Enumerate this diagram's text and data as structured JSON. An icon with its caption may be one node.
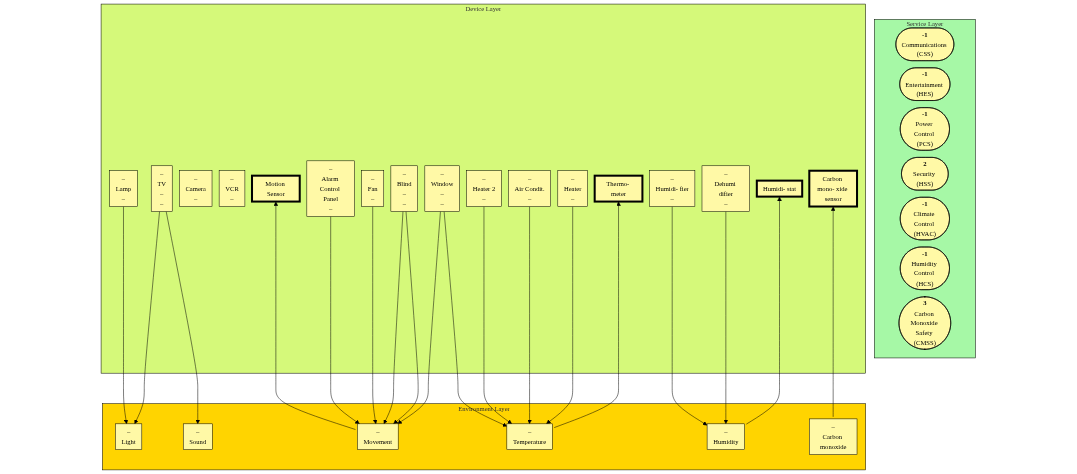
{
  "diagram": {
    "nodes": [
      {
        "text": [
          "Service Layer"
        ]
      },
      {
        "text": [
          "-1",
          "Communications (CSS)"
        ],
        "in": 0
      },
      {
        "text": [
          "-1",
          "Entertainment (HES)"
        ],
        "in": 0
      },
      {
        "text": [
          "-1",
          "Power Control (PCS)"
        ],
        "in": 0
      },
      {
        "text": [
          "2",
          "Security (HSS)"
        ],
        "in": 0
      },
      {
        "text": [
          "-1",
          "Climate Control (HVAC)"
        ],
        "in": 0
      },
      {
        "text": [
          "-1",
          "Humidity Control (HCS)"
        ],
        "in": 0
      },
      {
        "text": [
          "3",
          "Carbon Monoxide Safety (CMSS)"
        ],
        "in": 0
      },
      {
        "text": [
          "Device Layer"
        ]
      },
      {
        "text": [
          "–",
          "Lamp",
          "–"
        ],
        "in": 8
      },
      {
        "text": [
          "–",
          "TV",
          "–",
          "–"
        ],
        "in": 8
      },
      {
        "text": [
          "–",
          "Camera",
          "–"
        ],
        "in": 8
      },
      {
        "text": [
          "–",
          "VCR",
          "–"
        ],
        "in": 8
      },
      {
        "text": [
          "Motion Sensor"
        ],
        "in": 8
      },
      {
        "text": [
          "–",
          "Alarm Control Panel",
          "–"
        ],
        "in": 8
      },
      {
        "text": [
          "–",
          "Fan",
          "–"
        ],
        "in": 8
      },
      {
        "text": [
          "–",
          "Blind",
          "–",
          "–"
        ],
        "in": 8
      },
      {
        "text": [
          "–",
          "Window",
          "–",
          "–"
        ],
        "in": 8
      },
      {
        "text": [
          "–",
          "Heater 2",
          "–"
        ],
        "in": 8
      },
      {
        "text": [
          "–",
          "Air Condit.",
          "–"
        ],
        "in": 8
      },
      {
        "text": [
          "–",
          "Heater",
          "–"
        ],
        "in": 8
      },
      {
        "text": [
          "Thermo- meter"
        ],
        "in": 8
      },
      {
        "text": [
          "–",
          "Humidi- fier",
          "–"
        ],
        "in": 8
      },
      {
        "text": [
          "–",
          "Dehumi difier",
          "–"
        ],
        "in": 8
      },
      {
        "text": [
          "Humidi- stat"
        ],
        "in": 8
      },
      {
        "text": [
          "Carbon mono- xide sensor"
        ],
        "in": 8
      },
      {
        "text": [
          "Environment Layer"
        ]
      },
      {
        "text": [
          "–",
          "Light"
        ],
        "in": 26
      },
      {
        "text": [
          "–",
          "Sound"
        ],
        "in": 26
      },
      {
        "text": [
          "–",
          "Movement"
        ],
        "in": 26
      },
      {
        "text": [
          "–",
          "Temperature"
        ],
        "in": 26
      },
      {
        "text": [
          "–",
          "Humidity"
        ],
        "in": 26
      },
      {
        "text": [
          "–",
          "Carbon monoxide"
        ],
        "in": 26
      }
    ],
    "edges": [
      {
        "from": 9,
        "to": 27,
        "arrow": "to"
      },
      {
        "from": 10,
        "to": 27,
        "arrow": "to"
      },
      {
        "from": 10,
        "to": 28,
        "arrow": "to"
      },
      {
        "from": 29,
        "to": 13,
        "arrow": "to"
      },
      {
        "from": 14,
        "to": 29,
        "arrow": "to"
      },
      {
        "from": 15,
        "to": 29,
        "arrow": "to"
      },
      {
        "from": 16,
        "to": 29,
        "arrow": "to"
      },
      {
        "from": 16,
        "to": 29,
        "arrow": "to"
      },
      {
        "from": 17,
        "to": 29,
        "arrow": "to"
      },
      {
        "from": 17,
        "to": 30,
        "arrow": "to"
      },
      {
        "from": 18,
        "to": 30,
        "arrow": "to"
      },
      {
        "from": 19,
        "to": 30,
        "arrow": "to"
      },
      {
        "from": 20,
        "to": 30,
        "arrow": "to"
      },
      {
        "from": 30,
        "to": 21,
        "arrow": "to"
      },
      {
        "from": 22,
        "to": 31,
        "arrow": "to"
      },
      {
        "from": 23,
        "to": 31,
        "arrow": "to"
      },
      {
        "from": 31,
        "to": 24,
        "arrow": "to"
      },
      {
        "from": 32,
        "to": 25,
        "arrow": "to"
      }
    ]
  }
}
